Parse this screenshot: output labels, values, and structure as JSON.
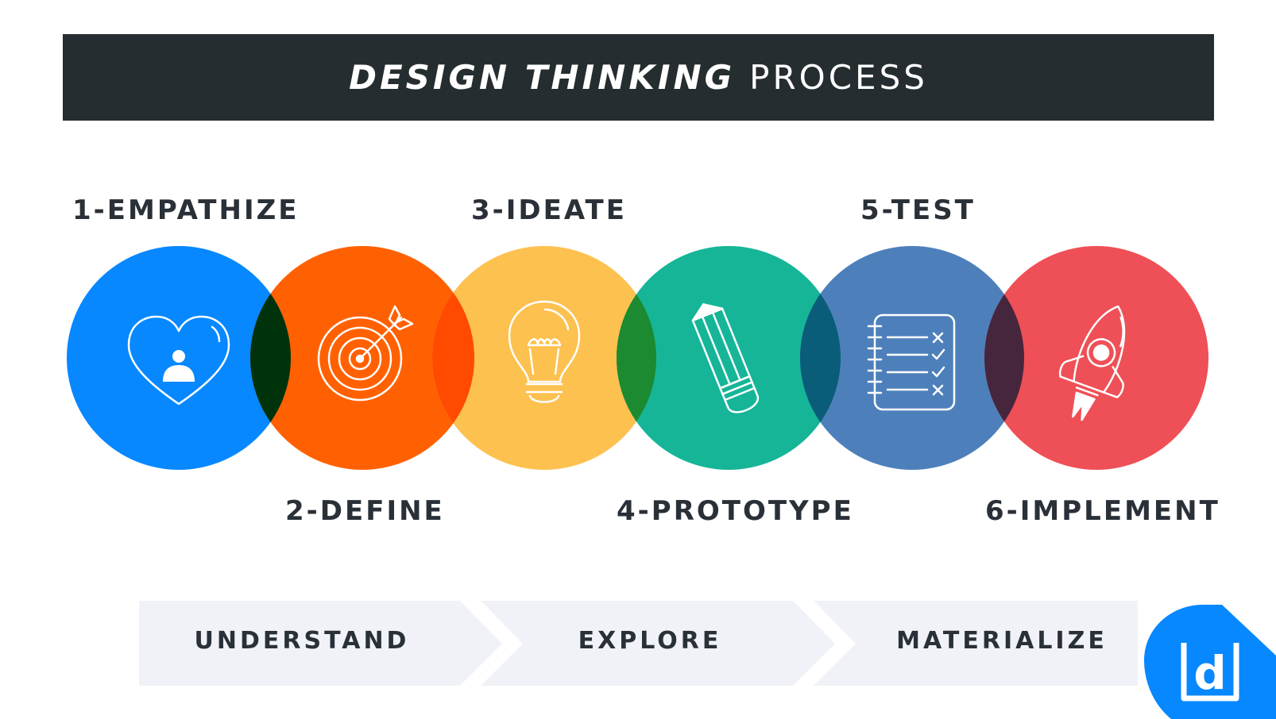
{
  "header": {
    "title_emphasis": "DESIGN THINKING",
    "title_rest": "PROCESS"
  },
  "steps": [
    {
      "label": "1-EMPATHIZE",
      "icon": "heart-person-icon",
      "color": "#0788ff"
    },
    {
      "label": "2-DEFINE",
      "icon": "target-icon",
      "color": "#ff6102"
    },
    {
      "label": "3-IDEATE",
      "icon": "lightbulb-icon",
      "color": "#fdc150"
    },
    {
      "label": "4-PROTOTYPE",
      "icon": "pencil-icon",
      "color": "#16b598"
    },
    {
      "label": "5-TEST",
      "icon": "checklist-icon",
      "color": "#4d80bb"
    },
    {
      "label": "6-IMPLEMENT",
      "icon": "rocket-icon",
      "color": "#ef4f56"
    }
  ],
  "overlaps": [
    "#00320b",
    "#ff4a00",
    "#1b8a30",
    "#0a5d78",
    "#46263d"
  ],
  "phases": [
    {
      "label": "UNDERSTAND"
    },
    {
      "label": "EXPLORE"
    },
    {
      "label": "MATERIALIZE"
    }
  ],
  "colors": {
    "header_bg": "#262d30",
    "phase_bg": "#f0f2f7",
    "logo_blue": "#0788ff",
    "text_dark": "#2a3038"
  },
  "logo": {
    "icon": "d-logo-icon",
    "letter": "d"
  }
}
